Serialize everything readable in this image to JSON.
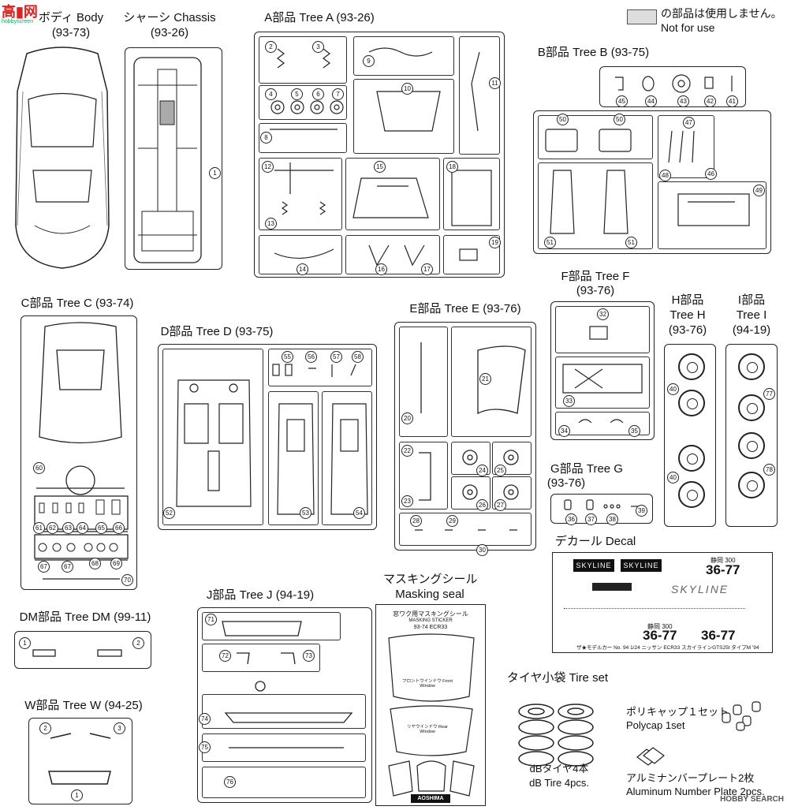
{
  "legend": {
    "jp": "の部品は使用しません。",
    "en": "Not for use"
  },
  "watermark": "hobbyscreen",
  "body": {
    "title": "ボディ Body",
    "code": "(93-73)"
  },
  "chassis": {
    "title": "シャーシ Chassis",
    "code": "(93-26)",
    "parts": [
      "1"
    ]
  },
  "tree_a": {
    "title": "A部品 Tree A (93-26)",
    "parts": [
      "2",
      "3",
      "4",
      "5",
      "6",
      "7",
      "8",
      "9",
      "10",
      "11",
      "12",
      "13",
      "14",
      "15",
      "16",
      "17",
      "18",
      "19"
    ]
  },
  "tree_b": {
    "title": "B部品 Tree B (93-75)",
    "parts": [
      "41",
      "42",
      "43",
      "44",
      "45",
      "46",
      "47",
      "48",
      "49",
      "50",
      "51"
    ]
  },
  "tree_c": {
    "title": "C部品 Tree C (93-74)",
    "parts": [
      "60",
      "61",
      "62",
      "63",
      "64",
      "65",
      "66",
      "67",
      "68",
      "69",
      "70"
    ]
  },
  "tree_d": {
    "title": "D部品 Tree D (93-75)",
    "parts": [
      "52",
      "53",
      "54",
      "55",
      "56",
      "57",
      "58"
    ]
  },
  "tree_e": {
    "title": "E部品 Tree E (93-76)",
    "parts": [
      "20",
      "21",
      "22",
      "23",
      "24",
      "25",
      "26",
      "27",
      "28",
      "29",
      "30"
    ]
  },
  "tree_f": {
    "title": "F部品 Tree F",
    "code": "(93-76)",
    "parts": [
      "32",
      "33",
      "34",
      "35"
    ]
  },
  "tree_g": {
    "title": "G部品 Tree G",
    "code": "(93-76)",
    "parts": [
      "36",
      "37",
      "38",
      "39"
    ]
  },
  "tree_h": {
    "title": "H部品",
    "subtitle": "Tree H",
    "code": "(93-76)",
    "parts": [
      "40"
    ]
  },
  "tree_i": {
    "title": "I部品",
    "subtitle": "Tree I",
    "code": "(94-19)",
    "parts": [
      "77",
      "78"
    ]
  },
  "decal": {
    "title": "デカール Decal",
    "skyline_1": "SKYLINE",
    "skyline_2": "SKYLINE",
    "plate_top": "36-77",
    "plate_top_small": "静岡 300",
    "plate_bottom": "36-77",
    "plate_bottom_small": "静岡 300",
    "script": "SKYLINE",
    "footer": "ザ★モデルカー No. 94   1/24 ニッサン ECR33 スカイラインGTS25t タイプM '94"
  },
  "tree_dm": {
    "title": "DM部品 Tree DM (99-11)",
    "parts": [
      "1",
      "2"
    ]
  },
  "tree_w": {
    "title": "W部品 Tree W (94-25)",
    "parts": [
      "2",
      "3",
      "1"
    ]
  },
  "tree_j": {
    "title": "J部品 Tree J (94-19)",
    "parts": [
      "71",
      "72",
      "73",
      "74",
      "75",
      "76"
    ]
  },
  "masking": {
    "title_jp": "マスキングシール",
    "title_en": "Masking seal",
    "sheet_title": "窓ワク用マスキングシール",
    "sheet_sub": "MASKING STICKER",
    "sheet_code": "93-74 ECR33",
    "front": "フロントウインドウ Front Window",
    "rear": "リヤウインドウ Rear Window",
    "brand": "AOSHIMA"
  },
  "tire_set": {
    "title": "タイヤ小袋 Tire set",
    "polycap_jp": "ポリキャップ１セット",
    "polycap_en": "Polycap 1set",
    "tire_jp": "dBタイヤ4本",
    "tire_en": "dB Tire 4pcs.",
    "plate_jp": "アルミナンバープレート2枚",
    "plate_en": "Aluminum Number Plate 2pcs."
  },
  "footer_wm": "HOBBY SEARCH"
}
